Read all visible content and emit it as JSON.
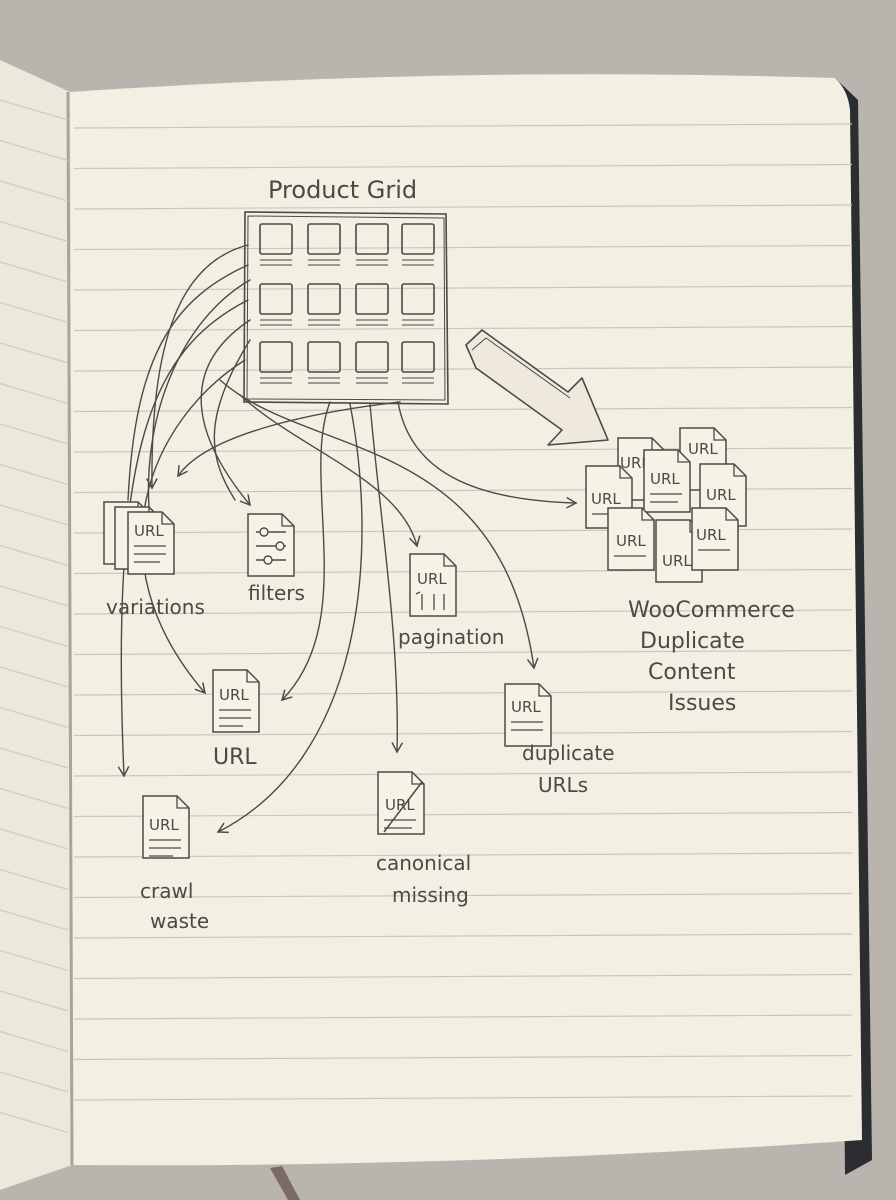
{
  "diagram": {
    "source_label": "Product Grid",
    "url_token": "URL",
    "nodes": {
      "variations": "variations",
      "filters": "filters",
      "pagination": "pagination",
      "url_node": "URL",
      "duplicate_urls_line1": "duplicate",
      "duplicate_urls_line2": "URLs",
      "crawl_waste_line1": "crawl",
      "crawl_waste_line2": "waste",
      "canonical_missing_line1": "canonical",
      "canonical_missing_line2": "missing"
    },
    "outcome": {
      "line1": "WooCommerce",
      "line2": "Duplicate",
      "line3": "Content",
      "line4": "Issues"
    }
  },
  "colors": {
    "pencil": "#4a4a48",
    "paper": "#f3efe2",
    "rule_line": "#c9c7c1",
    "background": "#b9b5ae"
  }
}
